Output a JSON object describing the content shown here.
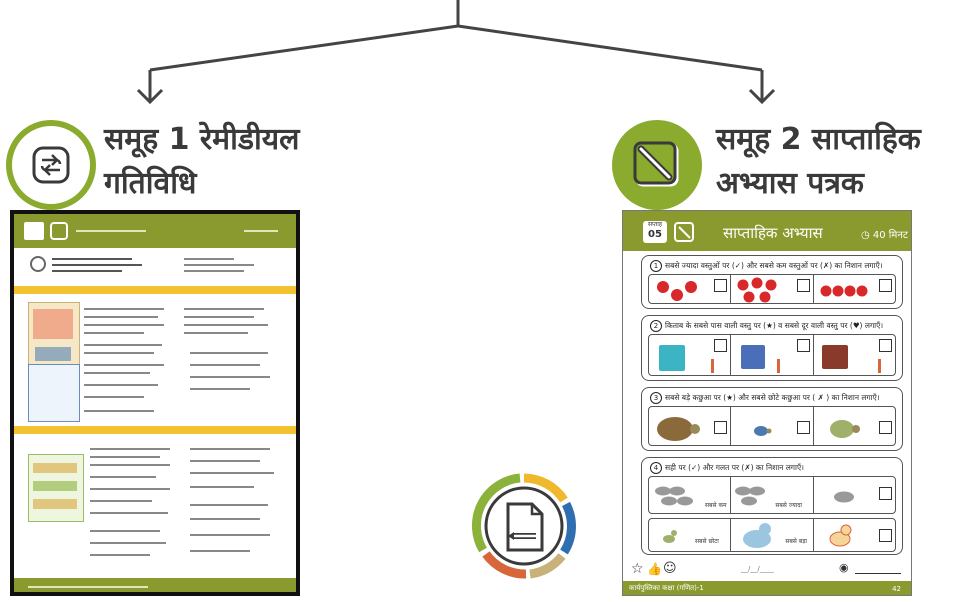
{
  "groups": [
    {
      "label_line1": "समूह 1 रेमीडीयल",
      "label_line2": "गतिविधि",
      "icon": "refresh-icon"
    },
    {
      "label_line1": "समूह 2 साप्ताहिक",
      "label_line2": "अभ्यास पत्रक",
      "icon": "pencil-icon"
    }
  ],
  "worksheet": {
    "week_label": "सप्ताह",
    "week_number": "05",
    "title": "साप्ताहिक अभ्यास",
    "time": "40 मिनट",
    "questions": [
      {
        "num": "1",
        "text": "सबसे ज्यादा वस्तुओं पर (✓) और सबसे कम वस्तुओं पर (✗) का निशान लगाएँ।"
      },
      {
        "num": "2",
        "text": "किताब के सबसे पास वाली वस्तु पर (★) व सबसे दूर वाली वस्तु पर (♥) लगाएँ।"
      },
      {
        "num": "3",
        "text": "सबसे बड़े कछुआ पर (★) और सबसे छोटे कछुआ पर ( ✗ ) का निशान लगाएँ।"
      },
      {
        "num": "4",
        "text": "सही पर (✓) और गलत पर (✗) का निशान लगाएँ।"
      }
    ],
    "q4_labels": [
      "सबसे कम",
      "सबसे ज्यादा",
      "सबसे छोटा",
      "सबसे बड़ा"
    ],
    "date": "__/__/____",
    "footer": "कार्यपुस्तिका कक्षा (गणित)-1",
    "page": "42"
  },
  "colors": {
    "accent": "#8aab2e",
    "header": "#8a9a2e",
    "yellow": "#f2c230",
    "apple": "#d9282a",
    "ring": [
      "#f0b92d",
      "#2f6fb0",
      "#c9b27a",
      "#d8663b",
      "#8bb23b"
    ]
  }
}
